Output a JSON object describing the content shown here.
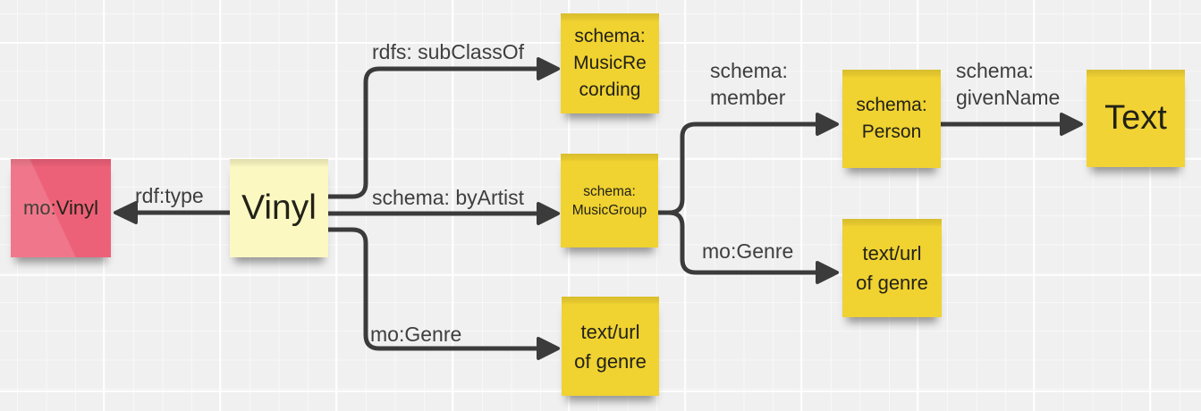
{
  "board": {
    "background_color": "#f0f0f1",
    "connector_color": "#3b3b3b",
    "label_text_color": "#3e3e3e"
  },
  "notes": {
    "mo_vinyl": {
      "label": "mo:Vinyl",
      "color": "#ed6178"
    },
    "vinyl": {
      "label": "Vinyl",
      "color": "#fbf8c2"
    },
    "music_recording": {
      "label": "schema:\nMusicRe\ncording",
      "color": "#f0d231"
    },
    "music_group": {
      "label": "schema:\nMusicGroup",
      "color": "#f0d231"
    },
    "person": {
      "label": "schema:\nPerson",
      "color": "#f0d231"
    },
    "text": {
      "label": "Text",
      "color": "#f2d335"
    },
    "genre_bottom": {
      "label": "text/url\nof genre",
      "color": "#f0d231"
    },
    "genre_right": {
      "label": "text/url\nof genre",
      "color": "#f0d231"
    }
  },
  "edges": {
    "rdf_type": {
      "label": "rdf:type",
      "from": "Vinyl",
      "to": "mo:Vinyl"
    },
    "subclass_of": {
      "label": "rdfs: subClassOf",
      "from": "Vinyl",
      "to": "schema: MusicRecording"
    },
    "by_artist": {
      "label": "schema: byArtist",
      "from": "Vinyl",
      "to": "schema: MusicGroup"
    },
    "vinyl_genre": {
      "label": "mo:Genre",
      "from": "Vinyl",
      "to": "text/url of genre"
    },
    "member": {
      "label": "schema:\nmember",
      "from": "schema: MusicGroup",
      "to": "schema: Person"
    },
    "group_genre": {
      "label": "mo:Genre",
      "from": "schema: MusicGroup",
      "to": "text/url of genre"
    },
    "given_name": {
      "label": "schema:\ngivenName",
      "from": "schema: Person",
      "to": "Text"
    }
  }
}
